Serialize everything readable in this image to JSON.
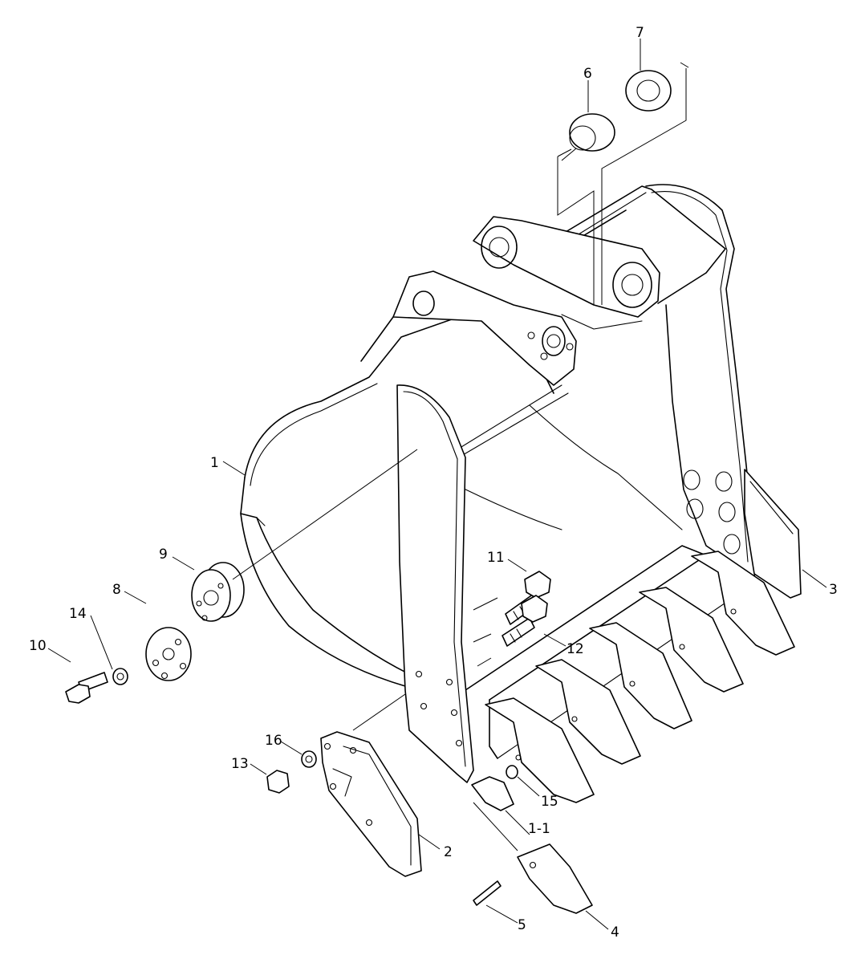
{
  "diagram": {
    "callouts": [
      {
        "id": "c1",
        "text": "1"
      },
      {
        "id": "c1-1",
        "text": "1-1"
      },
      {
        "id": "c2",
        "text": "2"
      },
      {
        "id": "c3",
        "text": "3"
      },
      {
        "id": "c4",
        "text": "4"
      },
      {
        "id": "c5",
        "text": "5"
      },
      {
        "id": "c6",
        "text": "6"
      },
      {
        "id": "c7",
        "text": "7"
      },
      {
        "id": "c8",
        "text": "8"
      },
      {
        "id": "c9",
        "text": "9"
      },
      {
        "id": "c10",
        "text": "10"
      },
      {
        "id": "c11",
        "text": "11"
      },
      {
        "id": "c12",
        "text": "12"
      },
      {
        "id": "c13",
        "text": "13"
      },
      {
        "id": "c14",
        "text": "14"
      },
      {
        "id": "c15",
        "text": "15"
      },
      {
        "id": "c16",
        "text": "16"
      }
    ]
  }
}
